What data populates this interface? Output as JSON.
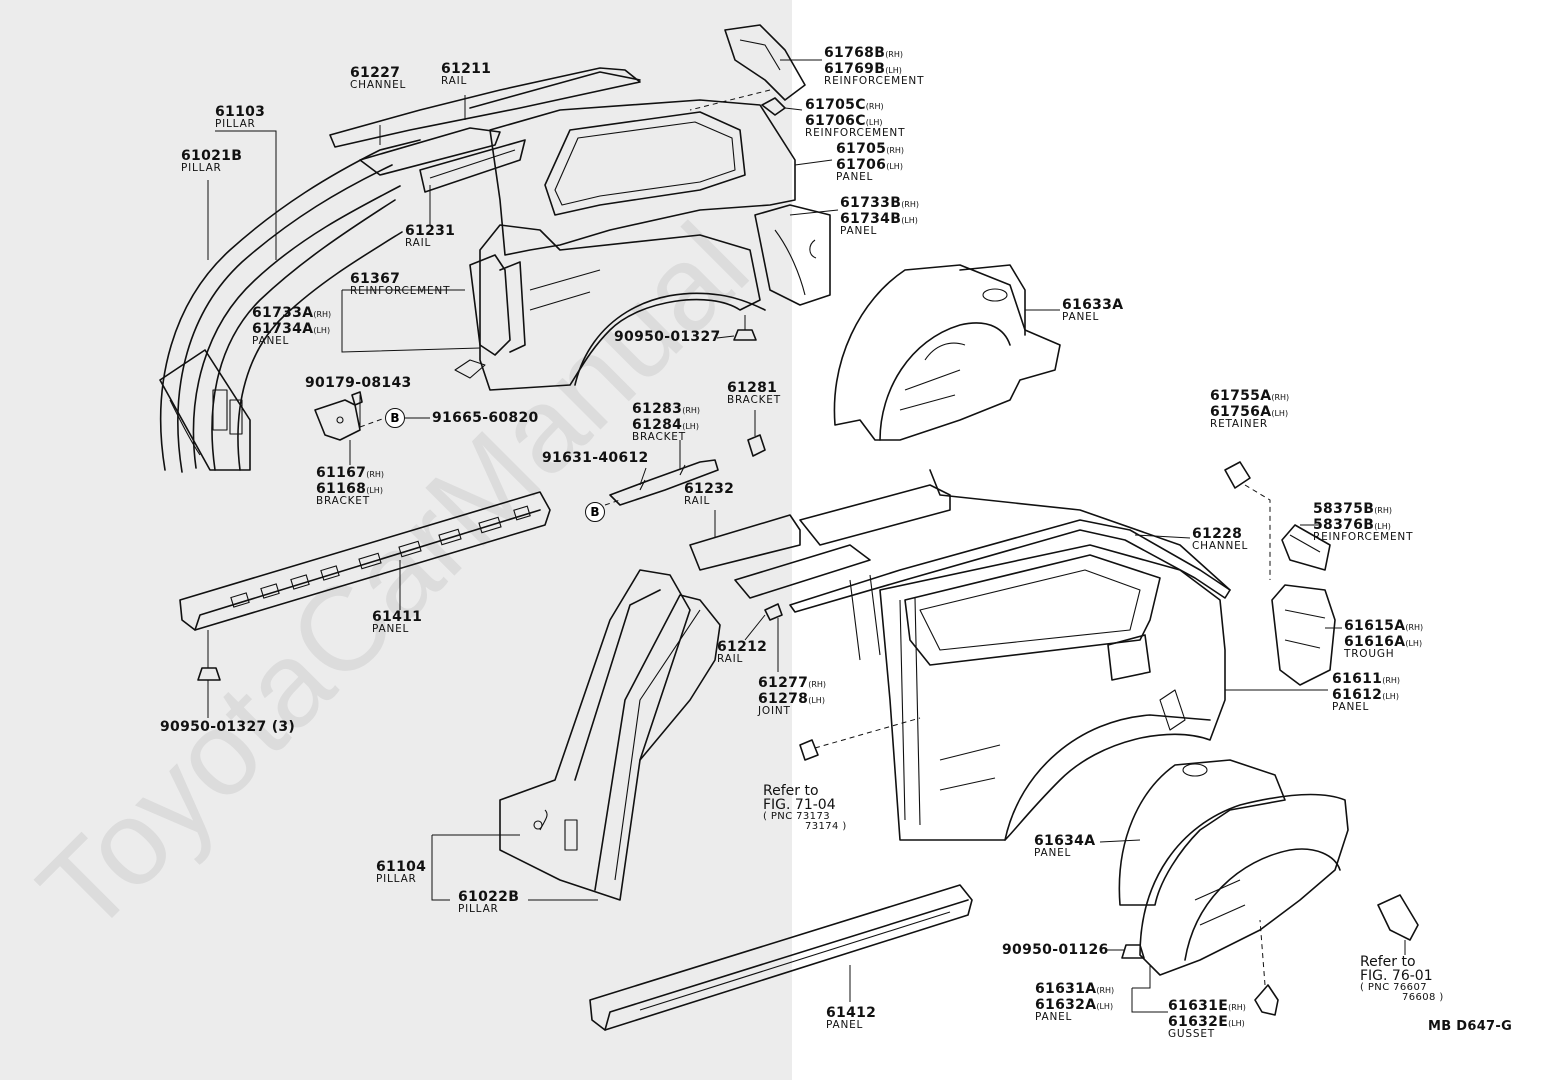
{
  "watermark": "ToyotaCarManual",
  "diagram_code": "MB D647-G",
  "labels": {
    "l61768": {
      "a": "61768B",
      "as": "(RH)",
      "b": "61769B",
      "bs": "(LH)",
      "d": "REINFORCEMENT"
    },
    "l61227": {
      "a": "61227",
      "d": "CHANNEL"
    },
    "l61211": {
      "a": "61211",
      "d": "RAIL"
    },
    "l61103": {
      "a": "61103",
      "d": "PILLAR"
    },
    "l61705c": {
      "a": "61705C",
      "as": "(RH)",
      "b": "61706C",
      "bs": "(LH)",
      "d": "REINFORCEMENT"
    },
    "l61705": {
      "a": "61705",
      "as": "(RH)",
      "b": "61706",
      "bs": "(LH)",
      "d": "PANEL"
    },
    "l61021b": {
      "a": "61021B",
      "d": "PILLAR"
    },
    "l61733b": {
      "a": "61733B",
      "as": "(RH)",
      "b": "61734B",
      "bs": "(LH)",
      "d": "PANEL"
    },
    "l61231": {
      "a": "61231",
      "d": "RAIL"
    },
    "l61367": {
      "a": "61367",
      "d": "REINFORCEMENT"
    },
    "l61733a": {
      "a": "61733A",
      "as": "(RH)",
      "b": "61734A",
      "bs": "(LH)",
      "d": "PANEL"
    },
    "l61633a": {
      "a": "61633A",
      "d": "PANEL"
    },
    "l90950a": {
      "a": "90950-01327"
    },
    "l90179": {
      "a": "90179-08143"
    },
    "l91665": {
      "a": "91665-60820"
    },
    "l61167": {
      "a": "61167",
      "as": "(RH)",
      "b": "61168",
      "bs": "(LH)",
      "d": "BRACKET"
    },
    "l61281": {
      "a": "61281",
      "d": "BRACKET"
    },
    "l61283": {
      "a": "61283",
      "as": "(RH)",
      "b": "61284",
      "bs": "(LH)",
      "d": "BRACKET"
    },
    "l61755": {
      "a": "61755A",
      "as": "(RH)",
      "b": "61756A",
      "bs": "(LH)",
      "d": "RETAINER"
    },
    "l91631": {
      "a": "91631-40612"
    },
    "l61232": {
      "a": "61232",
      "d": "RAIL"
    },
    "l61228": {
      "a": "61228",
      "d": "CHANNEL"
    },
    "l58375": {
      "a": "58375B",
      "as": "(RH)",
      "b": "58376B",
      "bs": "(LH)",
      "d": "REINFORCEMENT"
    },
    "l61411": {
      "a": "61411",
      "d": "PANEL"
    },
    "l61615": {
      "a": "61615A",
      "as": "(RH)",
      "b": "61616A",
      "bs": "(LH)",
      "d": "TROUGH"
    },
    "l61212": {
      "a": "61212",
      "d": "RAIL"
    },
    "l61277": {
      "a": "61277",
      "as": "(RH)",
      "b": "61278",
      "bs": "(LH)",
      "d": "JOINT"
    },
    "l61611": {
      "a": "61611",
      "as": "(RH)",
      "b": "61612",
      "bs": "(LH)",
      "d": "PANEL"
    },
    "l90950b": {
      "a": "90950-01327 (3)"
    },
    "l61104": {
      "a": "61104",
      "d": "PILLAR"
    },
    "l61022b": {
      "a": "61022B",
      "d": "PILLAR"
    },
    "l61634a": {
      "a": "61634A",
      "d": "PANEL"
    },
    "l90950c": {
      "a": "90950-01126"
    },
    "l61412": {
      "a": "61412",
      "d": "PANEL"
    },
    "l61631a": {
      "a": "61631A",
      "as": "(RH)",
      "b": "61632A",
      "bs": "(LH)",
      "d": "PANEL"
    },
    "l61631e": {
      "a": "61631E",
      "as": "(RH)",
      "b": "61632E",
      "bs": "(LH)",
      "d": "GUSSET"
    }
  },
  "refs": {
    "fig7104": {
      "line1": "Refer to",
      "line2": "FIG. 71-04",
      "pnc1": "( PNC 73173",
      "pnc2": "73174 )"
    },
    "fig7601": {
      "line1": "Refer to",
      "line2": "FIG. 76-01",
      "pnc1": "( PNC 76607",
      "pnc2": "76608 )"
    }
  },
  "callout_b": "B"
}
